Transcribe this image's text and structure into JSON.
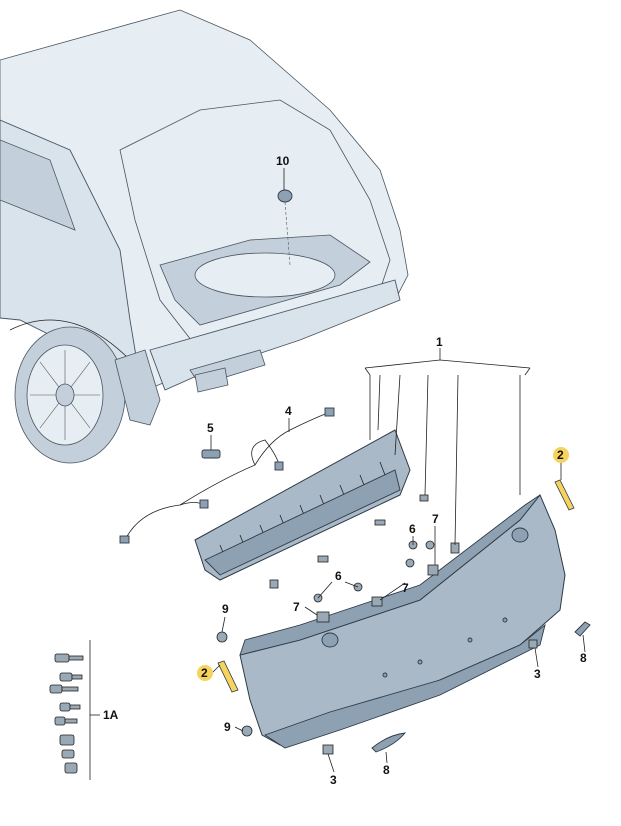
{
  "callouts": {
    "c10": "10",
    "c1": "1",
    "c4": "4",
    "c5": "5",
    "c2_right": "2",
    "c6_upper": "6",
    "c7_upper": "7",
    "c6_lower": "6",
    "c7_right": "7",
    "c7_left": "7",
    "c9_upper": "9",
    "c2_left": "2",
    "c3_right": "3",
    "c8_right": "8",
    "c1A": "1A",
    "c9_lower": "9",
    "c3_lower": "3",
    "c8_lower": "8"
  },
  "colors": {
    "highlight": "#f5d35c",
    "vehicle": "#d9e3ec",
    "part": "#a9b9c8"
  }
}
